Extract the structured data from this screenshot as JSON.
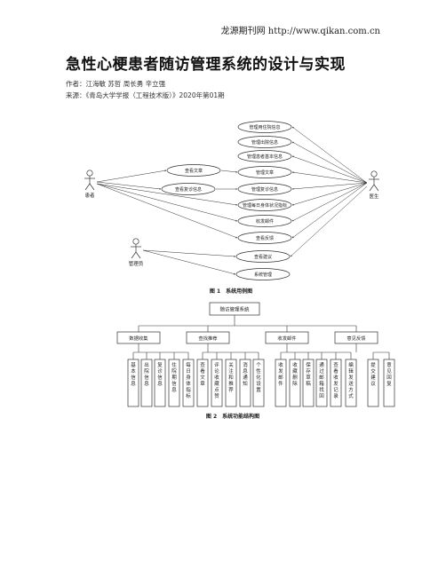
{
  "header": {
    "site": "龙源期刊网 http://www.qikan.com.cn"
  },
  "article": {
    "title": "急性心梗患者随访管理系统的设计与实现",
    "authors": "作者：江海敏 苏哲 周长勇 辛立强",
    "source": "来源：《青岛大学学报（工程技术版）》2020年第01期"
  },
  "figure1": {
    "caption": "图 1　系统用例图",
    "actors": {
      "patient": "患者",
      "doctor": "医生",
      "admin": "管理员"
    },
    "patient_cases": [
      "查看文章",
      "查看复诊信息"
    ],
    "doctor_cases": [
      "管理用住院信息",
      "管理出院信息",
      "管理患者基本信息",
      "管理文章",
      "管理复诊信息",
      "管理每日身体状况指标",
      "收发邮件",
      "查看反馈"
    ],
    "admin_cases": [
      "查看建议",
      "系统管理"
    ]
  },
  "figure2": {
    "caption": "图 2　系统功能结构图",
    "root": "随访管理系统",
    "modules": [
      {
        "name": "数据收集",
        "leaves": [
          "基本信息",
          "出院信息",
          "复诊信息",
          "住院期信息",
          "每日身体指标"
        ]
      },
      {
        "name": "查找推荐",
        "leaves": [
          "查看文章",
          "评论收藏点赞",
          "关注和推荐",
          "消息通知",
          "个性化设置"
        ]
      },
      {
        "name": "收发邮件",
        "leaves": [
          "收发邮件",
          "收藏删除",
          "保存草稿",
          "通过邮箱找回",
          "查看收发记录",
          "编辑发送方式"
        ]
      },
      {
        "name": "意见反馈",
        "leaves": [
          "提交建议",
          "意见回复"
        ]
      }
    ]
  }
}
